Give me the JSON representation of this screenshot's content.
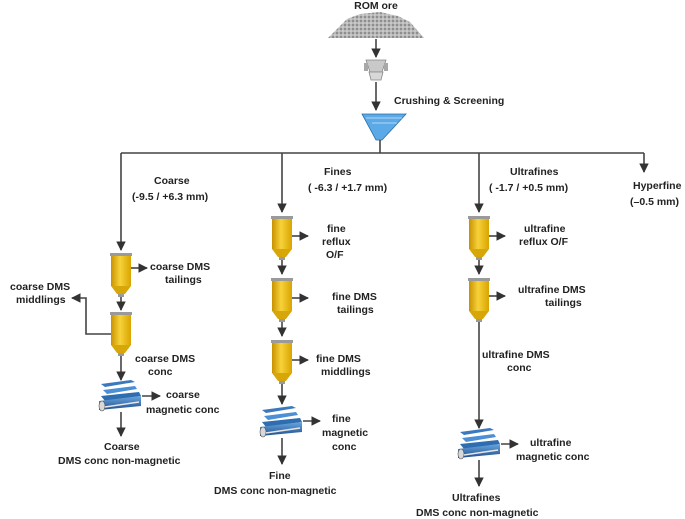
{
  "top": {
    "rom_ore": "ROM ore",
    "crushing_screening": "Crushing & Screening"
  },
  "streams": {
    "coarse": {
      "name": "Coarse",
      "range": "(-9.5 / +6.3 mm)"
    },
    "fines": {
      "name": "Fines",
      "range": "( -6.3 / +1.7 mm)"
    },
    "ultrafines": {
      "name": "Ultrafines",
      "range": "( -1.7 / +0.5 mm)"
    },
    "hyperfine": {
      "name": "Hyperfine",
      "range": "(–0.5 mm)"
    }
  },
  "coarse_branch": {
    "dms_tailings_1": "coarse DMS",
    "dms_tailings_2": "tailings",
    "middlings_1": "coarse DMS",
    "middlings_2": "middlings",
    "conc_1": "coarse DMS",
    "conc_2": "conc",
    "magnetic_1": "coarse",
    "magnetic_2": "magnetic conc",
    "nonmag_1": "Coarse",
    "nonmag_2": "DMS conc non-magnetic"
  },
  "fines_branch": {
    "reflux_1": "fine",
    "reflux_2": "reflux",
    "reflux_3": "O/F",
    "tailings_1": "fine DMS",
    "tailings_2": "tailings",
    "middlings_1": "fine DMS",
    "middlings_2": "middlings",
    "magnetic_1": "fine",
    "magnetic_2": "magnetic",
    "magnetic_3": "conc",
    "nonmag_1": "Fine",
    "nonmag_2": "DMS conc non-magnetic"
  },
  "ultrafines_branch": {
    "reflux_1": "ultrafine",
    "reflux_2": "reflux O/F",
    "tailings_1": "ultrafine DMS",
    "tailings_2": "tailings",
    "conc_1": "ultrafine DMS",
    "conc_2": "conc",
    "magnetic_1": "ultrafine",
    "magnetic_2": "magnetic conc",
    "nonmag_1": "Ultrafines",
    "nonmag_2": "DMS conc non-magnetic"
  },
  "colors": {
    "cyclone_yellow": "#f2c21a",
    "cyclone_dark": "#c89200",
    "separator_blue": "#2e6db0",
    "screen_blue": "#5ba9e6",
    "ore_grey": "#8a8a8a",
    "line": "#444444"
  }
}
